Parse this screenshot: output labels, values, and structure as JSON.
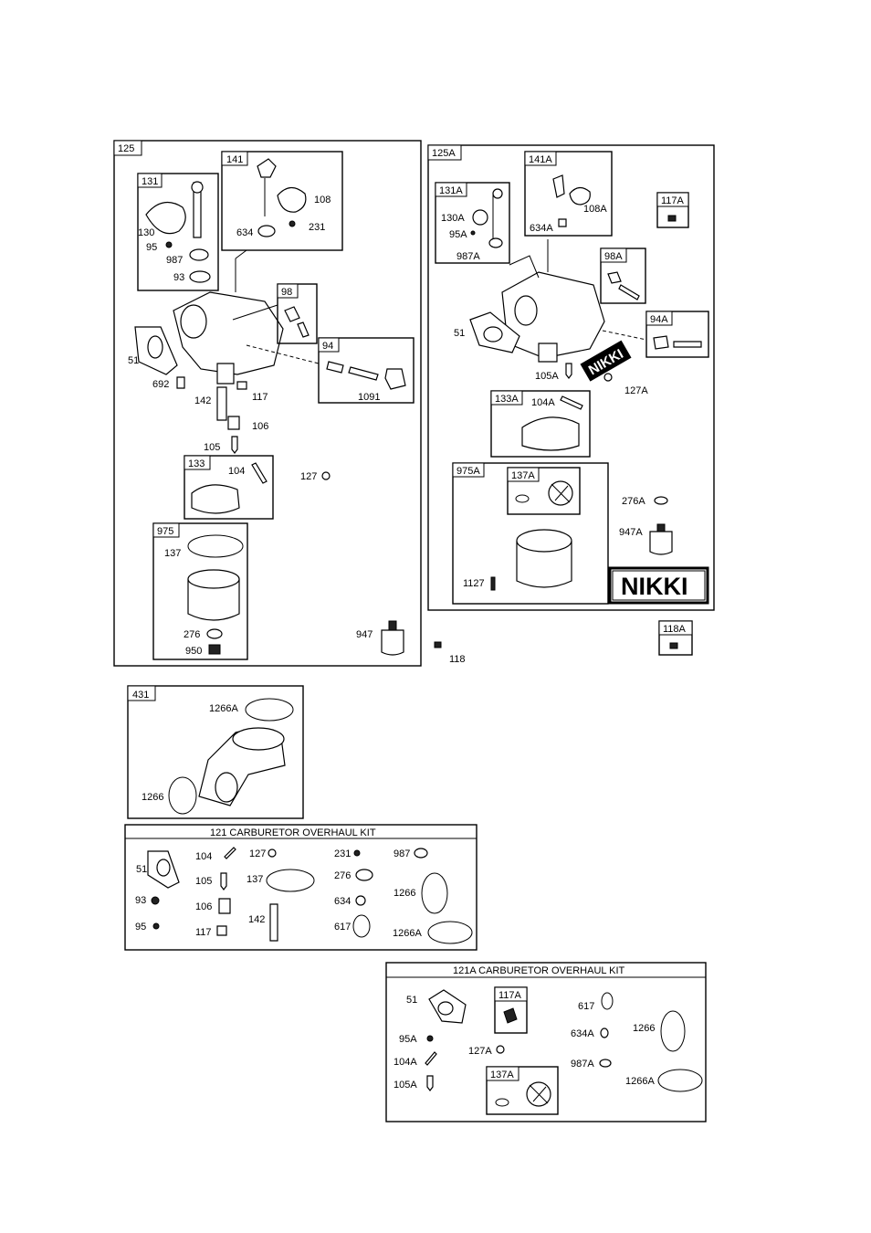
{
  "diagram": {
    "left_assembly": {
      "box_tag": "125",
      "sub_boxes": {
        "b131": "131",
        "b141": "141",
        "b98": "98",
        "b94": "94",
        "b133": "133",
        "b975": "975"
      },
      "labels": {
        "l130": "130",
        "l95": "95",
        "l987": "987",
        "l93": "93",
        "l634": "634",
        "l108": "108",
        "l231": "231",
        "l51": "51",
        "l692": "692",
        "l142": "142",
        "l117": "117",
        "l106": "106",
        "l105": "105",
        "l1091": "1091",
        "l104": "104",
        "l127": "127",
        "l137": "137",
        "l276": "276",
        "l950": "950",
        "l947": "947"
      }
    },
    "right_assembly": {
      "box_tag": "125A",
      "sub_boxes": {
        "b131A": "131A",
        "b141A": "141A",
        "b117A": "117A",
        "b98A": "98A",
        "b94A": "94A",
        "b133A": "133A",
        "b975A": "975A",
        "b137A": "137A"
      },
      "labels": {
        "l130A": "130A",
        "l95A": "95A",
        "l987A": "987A",
        "l634A": "634A",
        "l108A": "108A",
        "l51": "51",
        "l105A": "105A",
        "l127A": "127A",
        "l104A": "104A",
        "l276A": "276A",
        "l947A": "947A",
        "l1127": "1127"
      },
      "brand_tilted": "NIKKI",
      "brand_box": "NIKKI"
    },
    "loose": {
      "b118A": "118A",
      "l118": "118"
    },
    "intake": {
      "box_tag": "431",
      "labels": {
        "l1266A": "1266A",
        "l1266": "1266"
      }
    },
    "kit121": {
      "title": "121 CARBURETOR OVERHAUL KIT",
      "labels": {
        "l51": "51",
        "l93": "93",
        "l95": "95",
        "l104": "104",
        "l105": "105",
        "l106": "106",
        "l117": "117",
        "l127": "127",
        "l137": "137",
        "l142": "142",
        "l231": "231",
        "l276": "276",
        "l634": "634",
        "l617": "617",
        "l987": "987",
        "l1266": "1266",
        "l1266A": "1266A"
      }
    },
    "kit121A": {
      "title": "121A CARBURETOR OVERHAUL KIT",
      "labels": {
        "l51": "51",
        "b117A": "117A",
        "l95A": "95A",
        "l127A": "127A",
        "l104A": "104A",
        "l105A": "105A",
        "b137A": "137A",
        "l617": "617",
        "l634A": "634A",
        "l987A": "987A",
        "l1266": "1266",
        "l1266A": "1266A"
      }
    }
  }
}
